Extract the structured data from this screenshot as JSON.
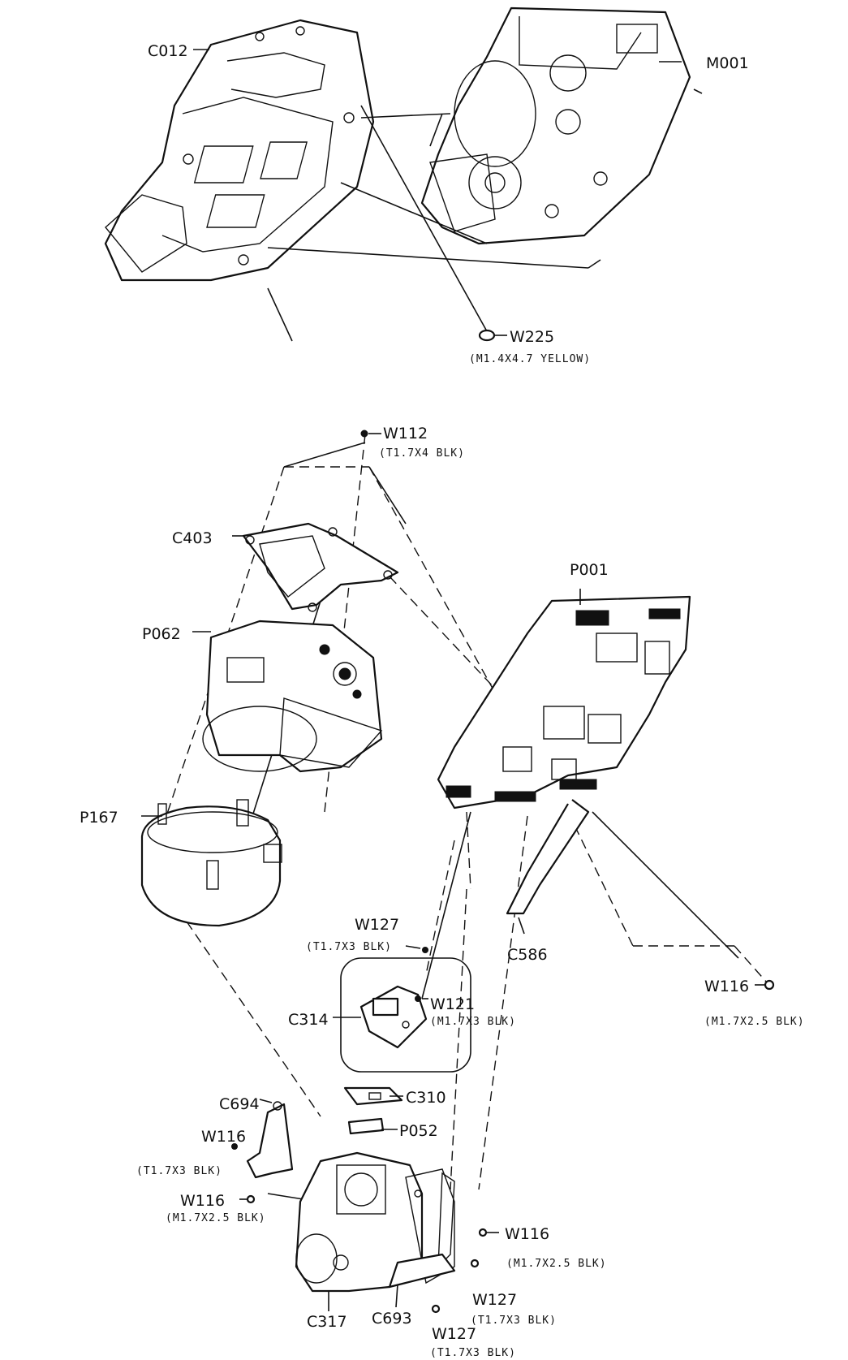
{
  "labels": {
    "c012": "C012",
    "m001": "M001",
    "w225": "W225",
    "w225_spec": "(M1.4X4.7 YELLOW)",
    "w112": "W112",
    "w112_spec": "(T1.7X4 BLK)",
    "c403": "C403",
    "p001": "P001",
    "p062": "P062",
    "p167": "P167",
    "w127_a": "W127",
    "w127_a_spec": "(T1.7X3 BLK)",
    "c586": "C586",
    "c314": "C314",
    "w121": "W121",
    "w121_spec": "(M1.7X3 BLK)",
    "w116_a": "W116",
    "w116_a_spec": "(M1.7X2.5 BLK)",
    "c310": "C310",
    "c694": "C694",
    "p052": "P052",
    "w116_b": "W116",
    "w116_b_spec": "(T1.7X3 BLK)",
    "w116_c": "W116",
    "w116_c_spec": "(M1.7X2.5 BLK)",
    "w116_d": "W116",
    "w116_d_spec": "(M1.7X2.5 BLK)",
    "c317": "C317",
    "c693": "C693",
    "w127_b": "W127",
    "w127_b_spec": "(T1.7X3 BLK)",
    "w127_c": "W127",
    "w127_c_spec": "(T1.7X3 BLK)"
  }
}
